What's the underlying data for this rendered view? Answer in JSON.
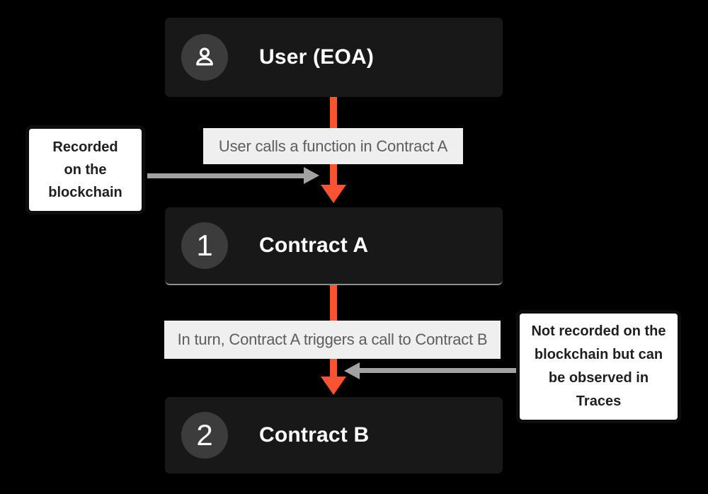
{
  "flow": {
    "nodes": [
      {
        "title": "User (EOA)",
        "icon": "user-icon"
      },
      {
        "badge": "1",
        "title": "Contract A"
      },
      {
        "badge": "2",
        "title": "Contract B"
      }
    ],
    "edge_labels": [
      {
        "text": "User calls a function in Contract A"
      },
      {
        "text": "In turn, Contract A triggers a call to Contract B"
      }
    ]
  },
  "annotations": {
    "left": {
      "lines": [
        "Recorded",
        "on the",
        "blockchain"
      ]
    },
    "right": {
      "lines": [
        "Not recorded on the",
        "blockchain but can",
        "be observed in",
        "Traces"
      ]
    }
  },
  "colors": {
    "canvas_bg": "#000000",
    "node_bg": "#181818",
    "circle_bg": "#3c3c3c",
    "node_underline": "#8f8f8f",
    "accent_arrow": "#f95334",
    "gray_arrow": "#a2a2a2",
    "label_bg": "#efefef",
    "label_fg": "#5d5d5d"
  }
}
